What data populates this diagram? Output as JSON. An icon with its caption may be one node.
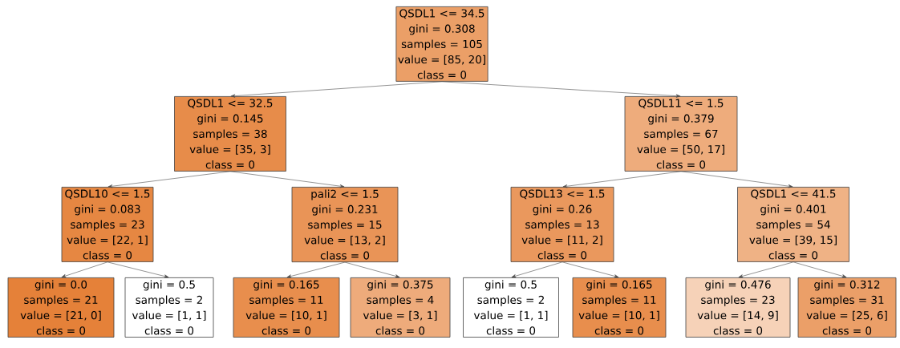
{
  "diagram": {
    "nodes": [
      {
        "text": [
          "QSDL1 <= 34.5",
          "gini = 0.308",
          "samples = 105",
          "value = [85, 20]",
          "class = 0"
        ]
      },
      {
        "text": [
          "QSDL1 <= 32.5",
          "gini = 0.145",
          "samples = 38",
          "value = [35, 3]",
          "class = 0"
        ]
      },
      {
        "text": [
          "QSDL11 <= 1.5",
          "gini = 0.379",
          "samples = 67",
          "value = [50, 17]",
          "class = 0"
        ]
      },
      {
        "text": [
          "QSDL10 <= 1.5",
          "gini = 0.083",
          "samples = 23",
          "value = [22, 1]",
          "class = 0"
        ]
      },
      {
        "text": [
          "pali2 <= 1.5",
          "gini = 0.231",
          "samples = 15",
          "value = [13, 2]",
          "class = 0"
        ]
      },
      {
        "text": [
          "QSDL13 <= 1.5",
          "gini = 0.26",
          "samples = 13",
          "value = [11, 2]",
          "class = 0"
        ]
      },
      {
        "text": [
          "QSDL1 <= 41.5",
          "gini = 0.401",
          "samples = 54",
          "value = [39, 15]",
          "class = 0"
        ]
      },
      {
        "text": [
          "gini = 0.0",
          "samples = 21",
          "value = [21, 0]",
          "class = 0"
        ]
      },
      {
        "text": [
          "gini = 0.5",
          "samples = 2",
          "value = [1, 1]",
          "class = 0"
        ]
      },
      {
        "text": [
          "gini = 0.165",
          "samples = 11",
          "value = [10, 1]",
          "class = 0"
        ]
      },
      {
        "text": [
          "gini = 0.375",
          "samples = 4",
          "value = [3, 1]",
          "class = 0"
        ]
      },
      {
        "text": [
          "gini = 0.5",
          "samples = 2",
          "value = [1, 1]",
          "class = 0"
        ]
      },
      {
        "text": [
          "gini = 0.165",
          "samples = 11",
          "value = [10, 1]",
          "class = 0"
        ]
      },
      {
        "text": [
          "gini = 0.476",
          "samples = 23",
          "value = [14, 9]",
          "class = 0"
        ]
      },
      {
        "text": [
          "gini = 0.312",
          "samples = 31",
          "value = [25, 6]",
          "class = 0"
        ]
      }
    ],
    "edges": [
      {
        "from": 0,
        "to": 1,
        "arrow": "to"
      },
      {
        "from": 0,
        "to": 2,
        "arrow": "to"
      },
      {
        "from": 1,
        "to": 3,
        "arrow": "to"
      },
      {
        "from": 1,
        "to": 4,
        "arrow": "to"
      },
      {
        "from": 2,
        "to": 5,
        "arrow": "to"
      },
      {
        "from": 2,
        "to": 6,
        "arrow": "to"
      },
      {
        "from": 3,
        "to": 7,
        "arrow": "to"
      },
      {
        "from": 3,
        "to": 8,
        "arrow": "to"
      },
      {
        "from": 4,
        "to": 9,
        "arrow": "to"
      },
      {
        "from": 4,
        "to": 10,
        "arrow": "to"
      },
      {
        "from": 5,
        "to": 11,
        "arrow": "to"
      },
      {
        "from": 5,
        "to": 12,
        "arrow": "to"
      },
      {
        "from": 6,
        "to": 13,
        "arrow": "to"
      },
      {
        "from": 6,
        "to": 14,
        "arrow": "to"
      }
    ]
  }
}
